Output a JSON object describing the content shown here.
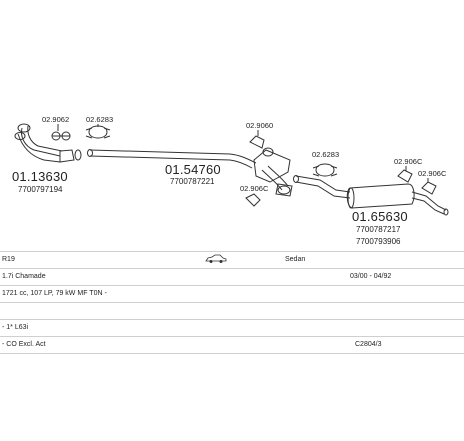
{
  "diagram": {
    "parts": {
      "front_pipe": {
        "number": "01.13630",
        "oe": "7700797194"
      },
      "middle_silencer": {
        "number": "01.54760",
        "oe": "7700787221"
      },
      "rear_silencer": {
        "number": "01.65630",
        "oe1": "7700787217",
        "oe2": "7700793906"
      }
    },
    "accessories": {
      "a1": "02.9062",
      "a2": "02.6283",
      "a3": "02.9060",
      "a4": "02.906C",
      "a5": "02.6283",
      "a6": "02.906C",
      "a7": "02.906C"
    }
  },
  "table": {
    "rows": [
      {
        "col1": "R19",
        "col2": "",
        "col3": "Sedan"
      },
      {
        "col1": "1.7i Chamade",
        "col2": "",
        "col3": "03/00 - 04/92"
      },
      {
        "col1": "1721 cc, 107 LP, 79 kW MF T0N -",
        "col2": "",
        "col3": ""
      },
      {
        "col1": "",
        "col2": "",
        "col3": ""
      },
      {
        "col1": "- 1* L63i",
        "col2": "",
        "col3": ""
      },
      {
        "col1": "- CO Excl. Act",
        "col2": "",
        "col3": "C2804/3"
      }
    ]
  }
}
